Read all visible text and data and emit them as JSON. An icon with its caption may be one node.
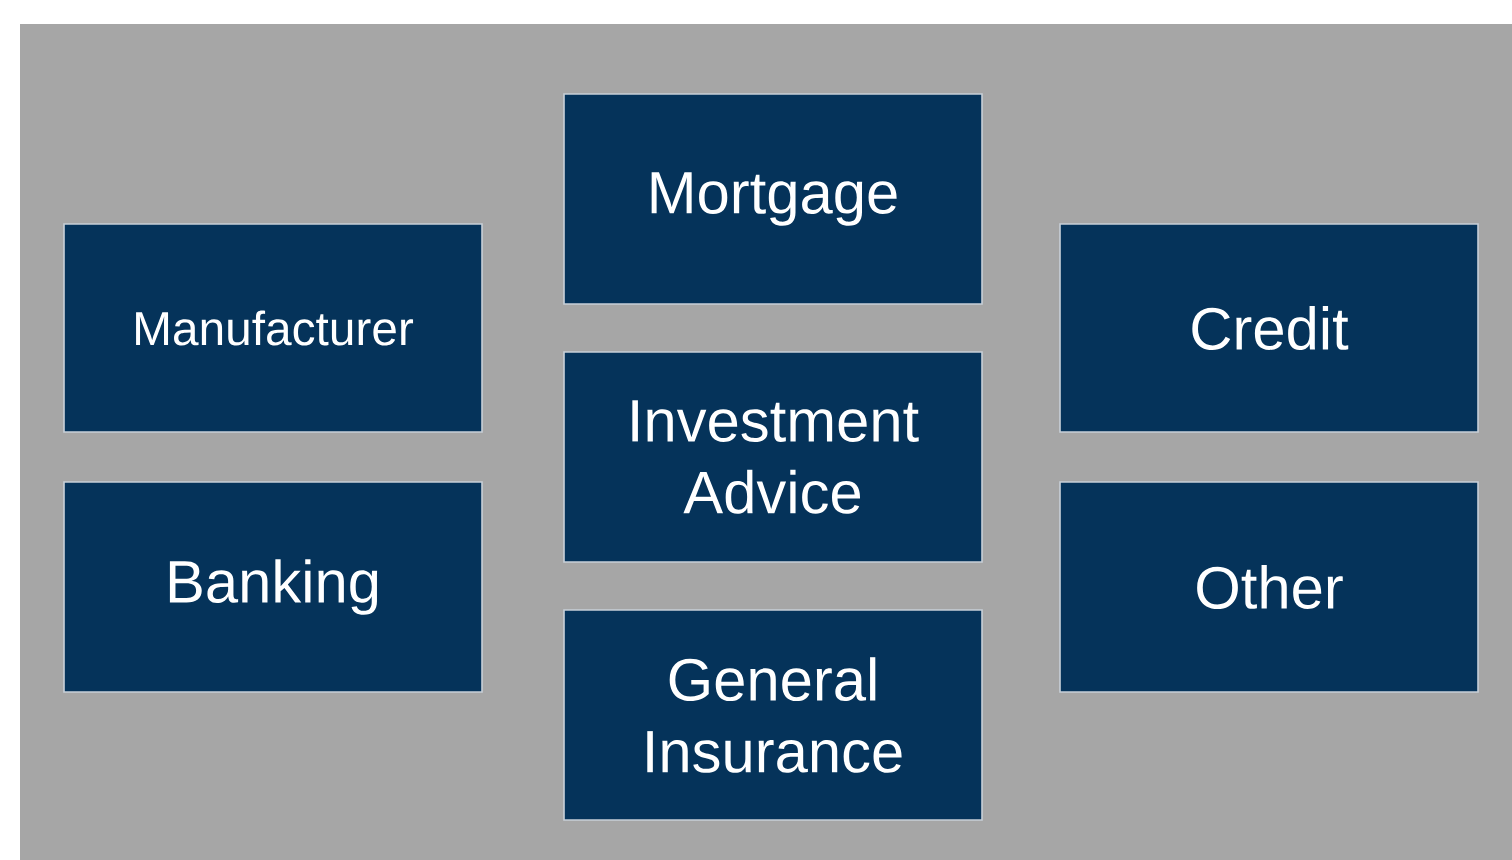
{
  "diagram": {
    "nodes": [
      {
        "text": [
          "Manufacturer"
        ]
      },
      {
        "text": [
          "Banking"
        ]
      },
      {
        "text": [
          "Mortgage"
        ]
      },
      {
        "text": [
          "Investment Advice"
        ]
      },
      {
        "text": [
          "General Insurance"
        ]
      },
      {
        "text": [
          "Credit"
        ]
      },
      {
        "text": [
          "Other"
        ]
      }
    ]
  }
}
